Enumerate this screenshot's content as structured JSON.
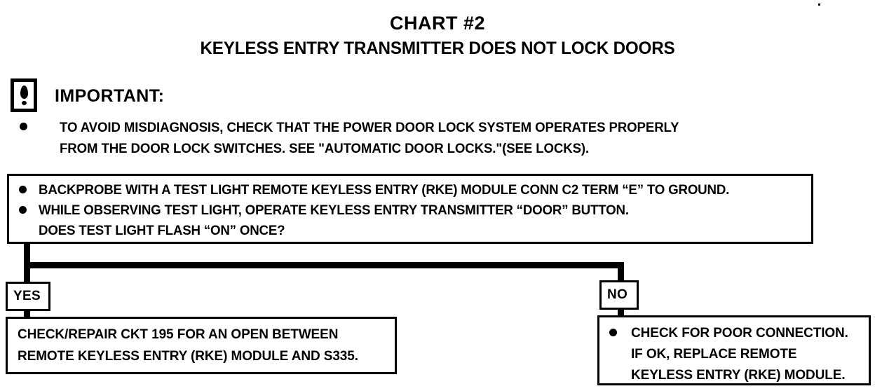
{
  "chart_title": "CHART #2",
  "chart_subtitle": "KEYLESS ENTRY TRANSMITTER DOES NOT LOCK DOORS",
  "important": {
    "icon": "exclamation-box-icon",
    "label": "IMPORTANT:",
    "bullet": "●",
    "lines": [
      "TO AVOID MISDIAGNOSIS, CHECK THAT THE POWER DOOR LOCK SYSTEM OPERATES PROPERLY",
      "FROM THE DOOR LOCK SWITCHES.  SEE \"AUTOMATIC DOOR LOCKS.\"(SEE LOCKS)."
    ]
  },
  "decision": {
    "bullet": "●",
    "lines": [
      "BACKPROBE WITH A TEST LIGHT REMOTE KEYLESS ENTRY (RKE) MODULE CONN C2 TERM “E” TO GROUND.",
      "WHILE OBSERVING TEST LIGHT, OPERATE KEYLESS ENTRY TRANSMITTER “DOOR” BUTTON.",
      "DOES TEST LIGHT FLASH “ON” ONCE?"
    ]
  },
  "branches": {
    "yes": {
      "tag": "YES",
      "lines": [
        "CHECK/REPAIR CKT 195 FOR AN OPEN BETWEEN",
        "REMOTE KEYLESS ENTRY (RKE) MODULE AND S335."
      ]
    },
    "no": {
      "tag": "NO",
      "bullet": "●",
      "lines": [
        "CHECK FOR POOR CONNECTION.",
        "IF OK, REPLACE REMOTE",
        "KEYLESS ENTRY (RKE) MODULE."
      ]
    }
  },
  "colors": {
    "ink": "#000000",
    "paper": "#ffffff"
  }
}
